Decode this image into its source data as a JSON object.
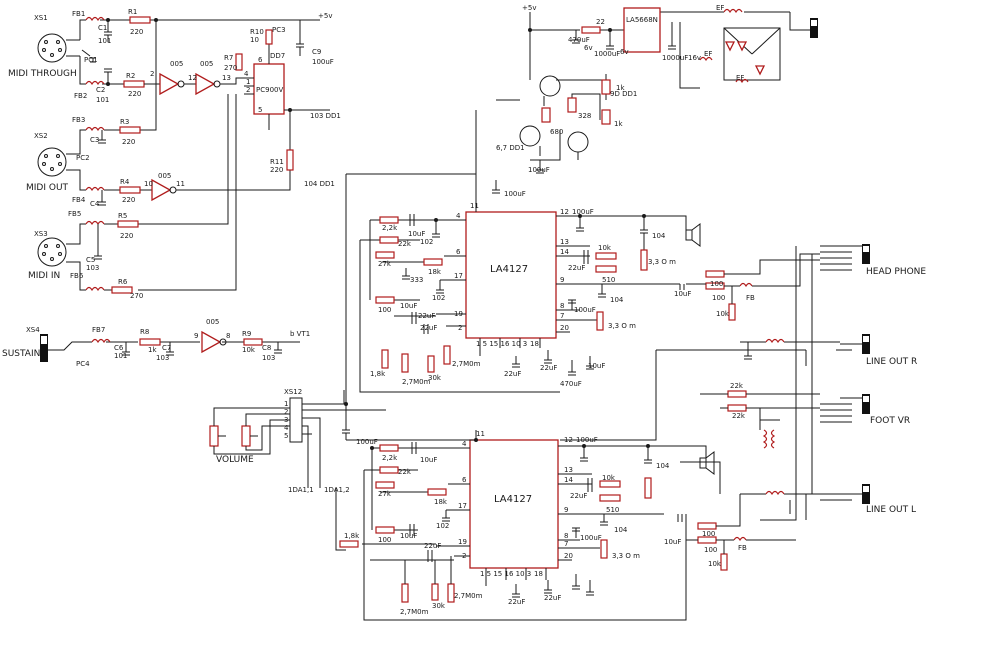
{
  "connectors": {
    "xs1": "XS1",
    "midi_through": "MIDI THROUGH",
    "xs2": "XS2",
    "midi_out": "MIDI OUT",
    "xs3": "XS3",
    "midi_in": "MIDI IN",
    "xs4": "XS4",
    "sustain": "SUSTAIN",
    "xs12": "XS12",
    "volume": "VOLUME"
  },
  "outputs": {
    "headphone": "HEAD PHONE",
    "line_out_r": "LINE OUT R",
    "foot_vr": "FOOT VR",
    "line_out_l": "LINE OUT L"
  },
  "ics": {
    "amp_top": "LA4127",
    "amp_bottom": "LA4127",
    "regulator": "LA5668N",
    "optocoupler": "PC900V"
  },
  "labels": {
    "vcc_top": "+5v",
    "vcc_reg": "+5v",
    "fb1": "FB1",
    "fb2": "FB2",
    "fb3": "FB3",
    "fb4": "FB4",
    "fb5": "FB5",
    "fb6": "FB6",
    "fb7": "FB7",
    "r1": "R1",
    "r1v": "220",
    "r2": "R2",
    "r2v": "220",
    "r3": "R3",
    "r3v": "220",
    "r4": "R4",
    "r4v": "220",
    "r5": "R5",
    "r5v": "220",
    "r6": "R6",
    "r6v": "270",
    "r7": "R7",
    "r7v": "270",
    "r8": "R8",
    "r8v": "1k",
    "r9": "R9",
    "r9v": "10k",
    "r10": "R10",
    "r10v": "10",
    "r11": "R11",
    "r11v": "220",
    "c1": "C1",
    "c1v": "101",
    "c2": "C2",
    "c2v": "101",
    "c3": "C3",
    "c4": "C4",
    "c5": "C5",
    "c5v": "103",
    "c6": "C6",
    "c6v": "101",
    "c7": "C7",
    "c7v": "103",
    "c8": "C8",
    "c8v": "103",
    "c9": "C9",
    "c9v": "100uF",
    "pc1": "PC1",
    "pc2": "PC2",
    "pc3": "PC3",
    "pc4": "PC4",
    "dd7": "DD7",
    "d005a": "005",
    "d005b": "005",
    "d005c": "005",
    "d005d": "005",
    "pin2": "2",
    "pin12": "12",
    "pin13": "13",
    "pin10": "10",
    "pin11": "11",
    "pin9": "9",
    "pin8": "8",
    "pin6": "6",
    "pin4": "4",
    "pin1": "1",
    "pin5": "5",
    "dd103": "103 DD1",
    "dd104": "104 DD1",
    "vt1": "b VT1",
    "tr_6701": "6,7 DD1",
    "tr_9001": "9D DD1",
    "r680": "680",
    "r328": "328",
    "r1k_a": "1k",
    "r1k_b": "1k",
    "r22": "22",
    "c470uf_6v": "470uF",
    "v6a": "6v",
    "c1000uf": "1000uF",
    "v6b": "6v",
    "c1000uf_16v": "1000uF",
    "v16": "16v",
    "ef1": "EF",
    "ef2": "EF",
    "ef3": "EF",
    "c100uf_a": "100uF",
    "c100uf_b": "100uF",
    "ic_p4": "4",
    "ic_p6": "6",
    "ic_p17": "17",
    "ic_p19": "19",
    "ic_p2": "2",
    "ic_p11": "11",
    "ic_p12": "12",
    "ic_p13": "13",
    "ic_p14": "14",
    "ic_p9": "9",
    "ic_p8": "8",
    "ic_p7": "7",
    "ic_p20": "20",
    "ic_p1_3": "1 5 15 16 10 3",
    "ic_p18": "18",
    "t_2_2k": "2,2k",
    "t_10uf": "10uF",
    "t_22k": "22k",
    "t_102": "102",
    "t_27k": "27k",
    "t_18k": "18k",
    "t_333": "333",
    "t_102b": "102",
    "t_100": "100",
    "t_10uf_b": "10uF",
    "t_22uf": "22uF",
    "t_22uf_b": "22uF",
    "t_1_8k": "1,8k",
    "t_2_7m": "2,7M0m",
    "t_30k": "30k",
    "t_2_7m_b": "2,7M0m",
    "t_100uf": "100uF",
    "t_104": "104",
    "t_10k": "10k",
    "t_3_3": "3,3 O m",
    "t_22uf_c": "22uF",
    "t_510": "510",
    "t_104b": "104",
    "t_3_3b": "3,3 O m",
    "t_100uf_b": "100uF",
    "t_10uf_c": "10uF",
    "t_22uf_d": "22uF",
    "t_22uf_e": "22uF",
    "t_470uf": "470uF",
    "t_100b": "100",
    "t_100c": "100",
    "t_10k_b": "10k",
    "t_fb": "FB",
    "b_2_2k": "2,2k",
    "b_10uf": "10uF",
    "b_22k": "22k",
    "b_27k": "27k",
    "b_18k": "18k",
    "b_102": "102",
    "b_100": "100",
    "b_10uf_b": "10uF",
    "b_1_8k": "1,8k",
    "b_22uf": "22uF",
    "b_2_7m": "2,7M0m",
    "b_30k": "30k",
    "b_2_7m_b": "2,7M0m",
    "b_100uf": "100uF",
    "b_104": "104",
    "b_10k": "10k",
    "b_510": "510",
    "b_22uf_b": "22uF",
    "b_104b": "104",
    "b_3_3": "3,3 O m",
    "b_100uf_b": "100uF",
    "b_10uf_c": "10uF",
    "b_100b": "100",
    "b_100c": "100",
    "b_10k_b": "10k",
    "b_fb": "FB",
    "b_22uf_c": "22uF",
    "b_22uf_d": "22uF",
    "ic_b_p4": "4",
    "ic_b_p6": "6",
    "ic_b_p17": "17",
    "ic_b_p19": "19",
    "ic_b_p2": "2",
    "ic_b_p11": "11",
    "ic_b_p12": "12",
    "ic_b_p13": "13",
    "ic_b_p14": "14",
    "ic_b_p9": "9",
    "ic_b_p8": "8",
    "ic_b_p7": "7",
    "ic_b_p20": "20",
    "ic_b_p1_3": "1 5 15 16 10 3",
    "ic_b_p18": "18",
    "foot_22k_a": "22k",
    "foot_22k_b": "22k",
    "xs12_p1": "1",
    "xs12_p2": "2",
    "xs12_p3": "3",
    "xs12_p4": "4",
    "xs12_p5": "5",
    "dd_1da1_1": "1DA1,1",
    "dd_1da1_2": "1DA1,2"
  }
}
